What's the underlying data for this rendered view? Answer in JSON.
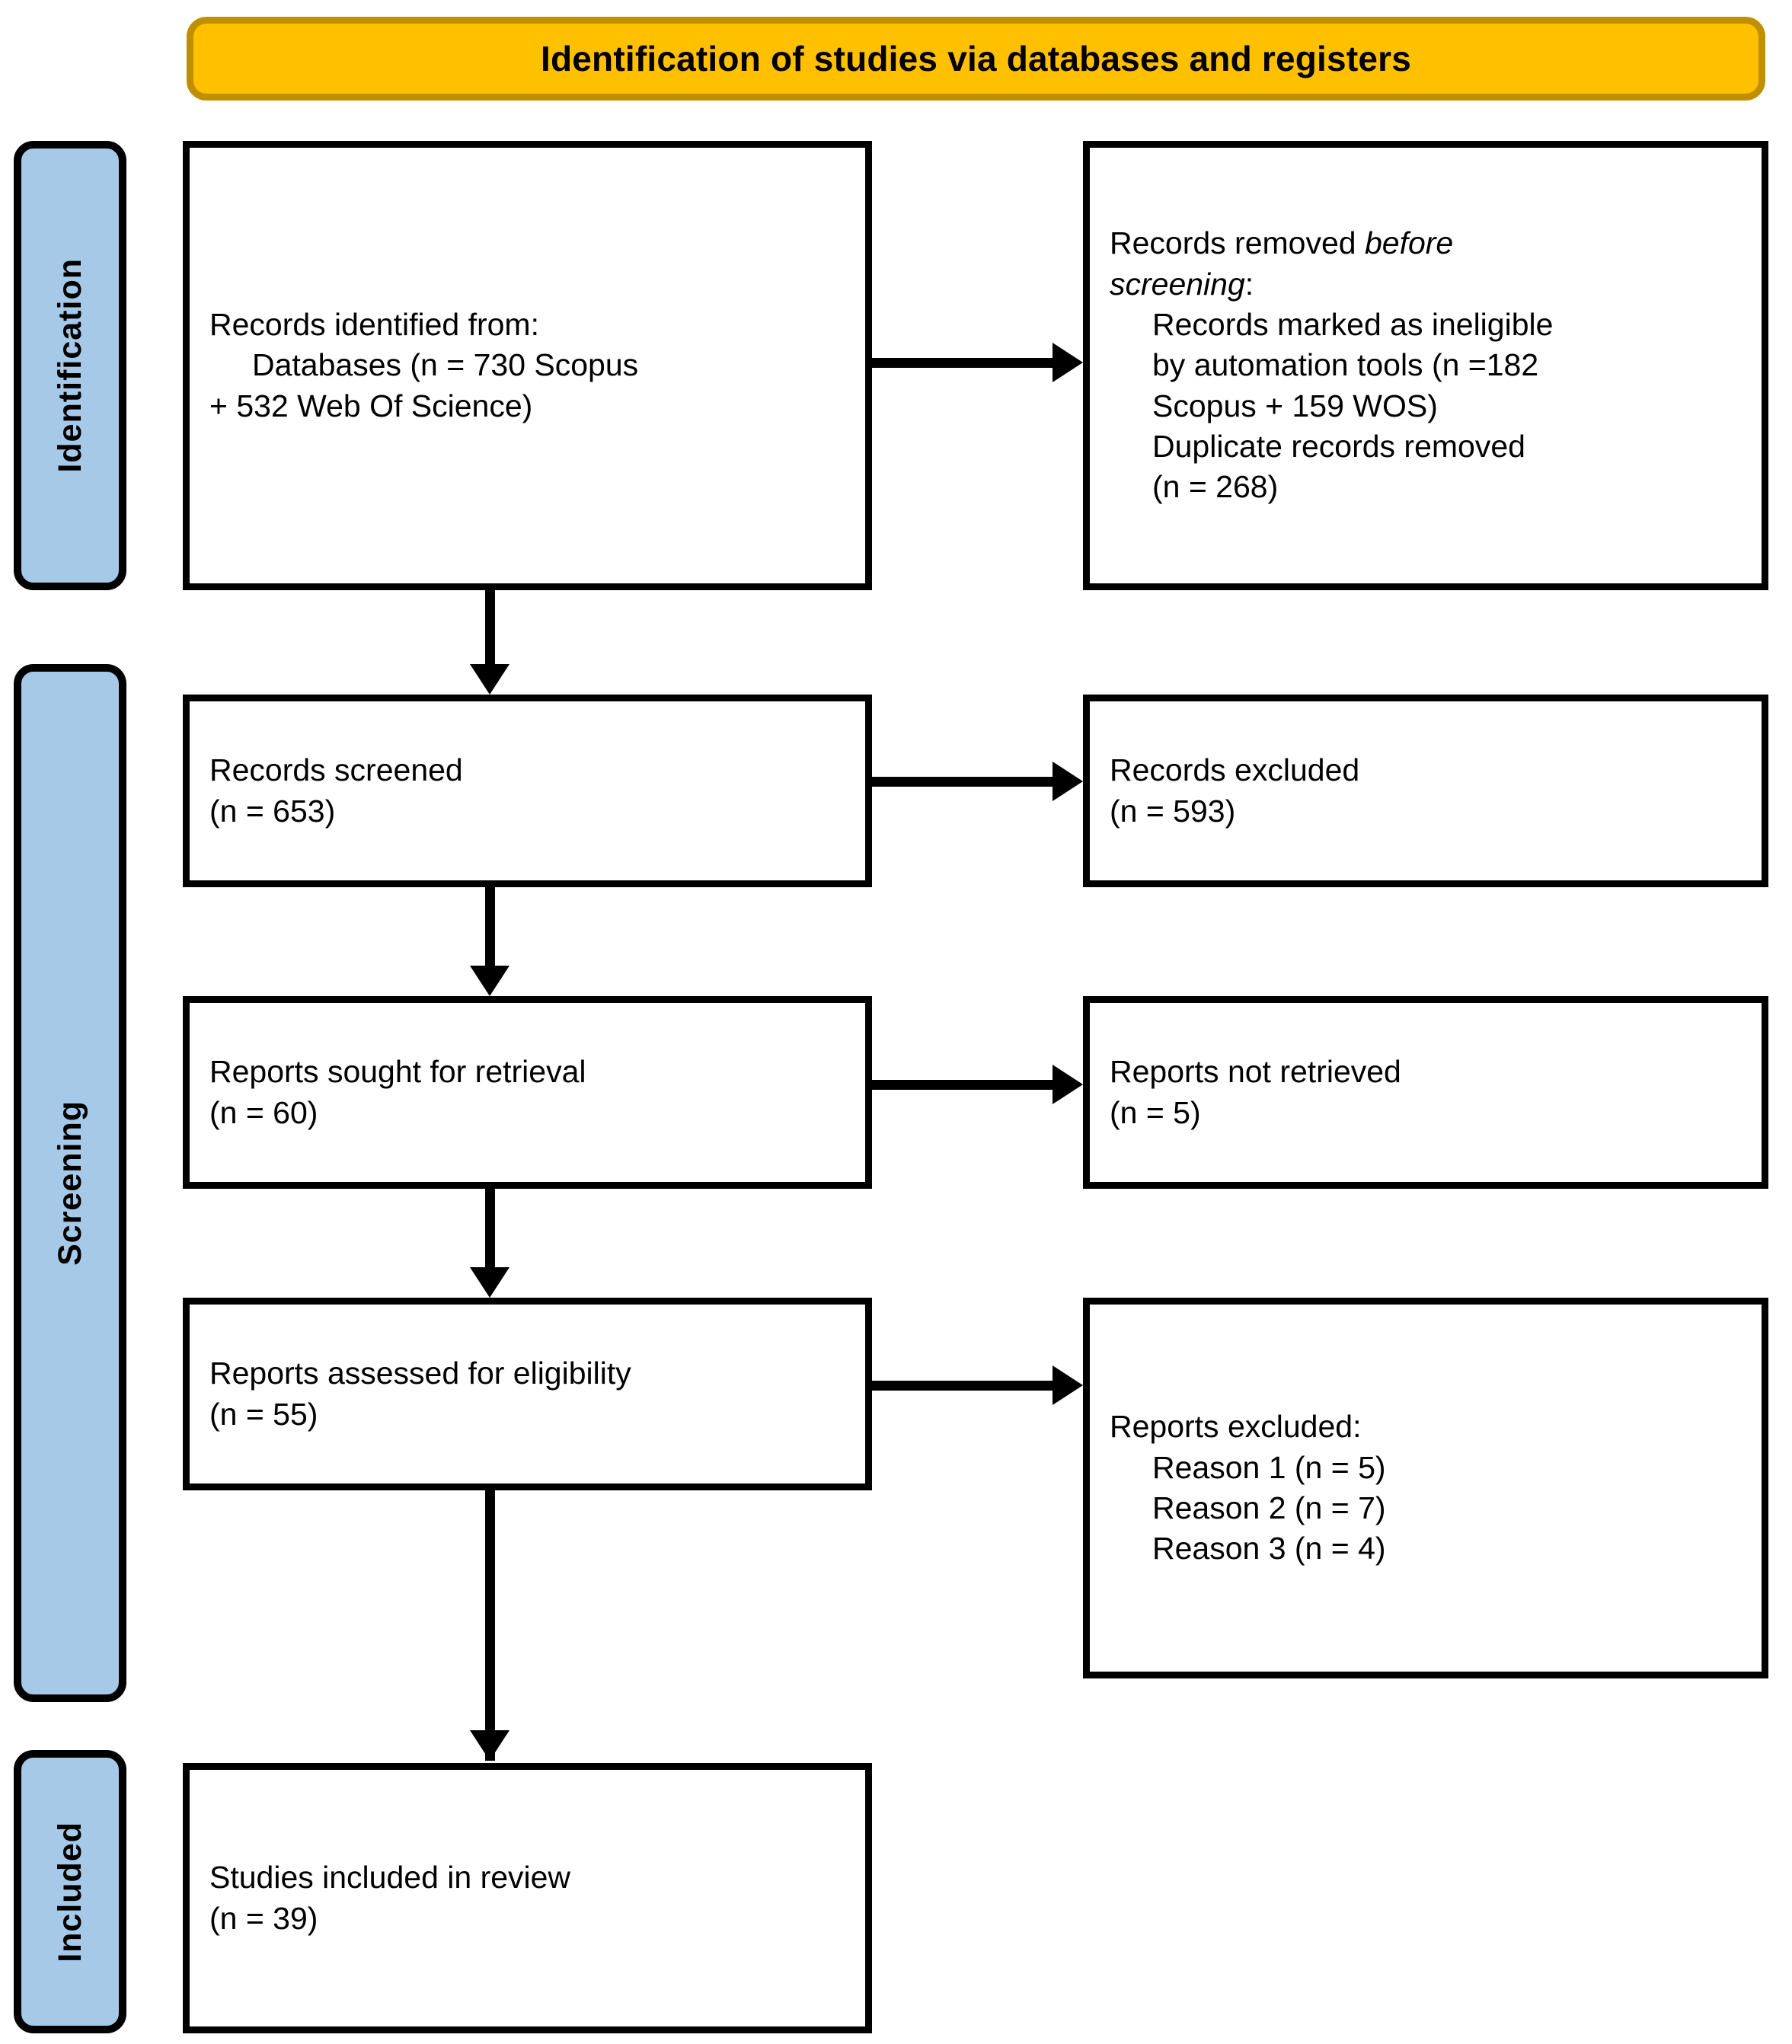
{
  "diagram": {
    "title": "Identification of studies via databases and registers",
    "colors": {
      "banner_fill": "#FFC000",
      "banner_border": "#BF8F00",
      "stage_fill": "#A6C9E8",
      "stage_border": "#000000",
      "box_fill": "#FFFFFF",
      "box_border": "#000000",
      "text": "#000000"
    }
  },
  "stages": [
    {
      "label": "Identification"
    },
    {
      "label": "Screening"
    },
    {
      "label": "Included"
    }
  ],
  "boxes": {
    "records_identified": {
      "lines": [
        {
          "text": "Records identified from:",
          "indent": false
        },
        {
          "text": "Databases (n = 730 Scopus",
          "indent": true
        },
        {
          "text": "+ 532 Web Of Science)",
          "indent": false
        }
      ]
    },
    "records_removed": {
      "lines": [
        {
          "text": "Records removed ",
          "italic_tail": "before",
          "indent": false
        },
        {
          "text": "",
          "italic_head": "screening",
          "tail": ":",
          "indent": false
        },
        {
          "text": "Records marked as ineligible",
          "indent": true
        },
        {
          "text": "by automation tools (n =182",
          "indent": true
        },
        {
          "text": "Scopus + 159 WOS)",
          "indent": true
        },
        {
          "text": "Duplicate records removed",
          "indent": true
        },
        {
          "text": "(n = 268)",
          "indent": true
        }
      ]
    },
    "records_screened": {
      "lines": [
        {
          "text": "Records screened",
          "indent": false
        },
        {
          "text": "(n = 653)",
          "indent": false
        }
      ]
    },
    "records_excluded": {
      "lines": [
        {
          "text": "Records excluded",
          "indent": false
        },
        {
          "text": "(n = 593)",
          "indent": false
        }
      ]
    },
    "reports_sought": {
      "lines": [
        {
          "text": "Reports sought for retrieval",
          "indent": false
        },
        {
          "text": "(n = 60)",
          "indent": false
        }
      ]
    },
    "reports_not_retrieved": {
      "lines": [
        {
          "text": "Reports not retrieved",
          "indent": false
        },
        {
          "text": "(n = 5)",
          "indent": false
        }
      ]
    },
    "reports_assessed": {
      "lines": [
        {
          "text": "Reports assessed for eligibility",
          "indent": false
        },
        {
          "text": "(n = 55)",
          "indent": false
        }
      ]
    },
    "reports_excluded": {
      "lines": [
        {
          "text": "Reports excluded:",
          "indent": false
        },
        {
          "text": "Reason 1 (n = 5)",
          "indent": true
        },
        {
          "text": "Reason 2 (n = 7)",
          "indent": true
        },
        {
          "text": "Reason 3 (n = 4)",
          "indent": true
        }
      ]
    },
    "studies_included": {
      "lines": [
        {
          "text": "Studies included in review",
          "indent": false
        },
        {
          "text": "(n = 39)",
          "indent": false
        }
      ]
    }
  },
  "text": {
    "banner_title": "Identification of studies via databases and registers",
    "stage_identification": "Identification",
    "stage_screening": "Screening",
    "stage_included": "Included",
    "b1_l1": "Records identified from:",
    "b1_l2": "Databases (n = 730 Scopus",
    "b1_l3": "+ 532 Web Of Science)",
    "b2_l1a": "Records removed ",
    "b2_l1b": "before",
    "b2_l2a": "screening",
    "b2_l2b": ":",
    "b2_l3": "Records marked as ineligible",
    "b2_l4": "by automation tools (n =182",
    "b2_l5": "Scopus + 159 WOS)",
    "b2_l6": "Duplicate records removed",
    "b2_l7": "(n = 268)",
    "b3_l1": "Records screened",
    "b3_l2": "(n = 653)",
    "b4_l1": "Records excluded",
    "b4_l2": "(n = 593)",
    "b5_l1": "Reports sought for retrieval",
    "b5_l2": "(n = 60)",
    "b6_l1": "Reports not retrieved",
    "b6_l2": "(n = 5)",
    "b7_l1": "Reports assessed for eligibility",
    "b7_l2": "(n = 55)",
    "b8_l1": "Reports excluded:",
    "b8_l2": "Reason 1 (n = 5)",
    "b8_l3": "Reason 2 (n = 7)",
    "b8_l4": "Reason 3 (n = 4)",
    "b9_l1": "Studies included in review",
    "b9_l2": "(n = 39)"
  }
}
